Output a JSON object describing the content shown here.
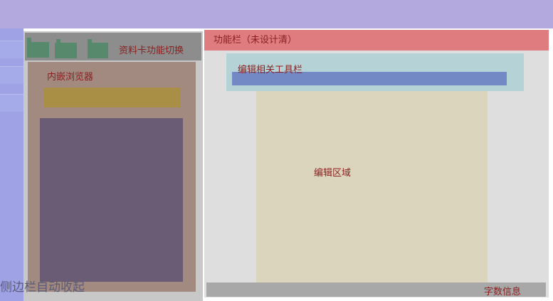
{
  "sidebar": {
    "label": "侧边栏自动收起"
  },
  "resource_panel": {
    "tabbar_label": "资料卡功能切换",
    "browser_label": "内嵌浏览器"
  },
  "editor": {
    "function_bar_label": "功能栏（未设计清）",
    "toolbar_label": "编辑相关工具栏",
    "edit_area_label": "编辑区域",
    "word_count_label": "字数信息"
  },
  "colors": {
    "top_bar": "#b3a9df",
    "sidebar": "#9fa3e6",
    "function_bar": "#de7c80",
    "edit_toolbar": "#b5d2d6",
    "edit_area": "#dbd5bd",
    "browser_box": "#a28a80",
    "browser_content": "#695c74",
    "folder_tabs": "#57896c"
  },
  "icons": [
    "folder-icon",
    "folder-icon",
    "folder-icon"
  ]
}
